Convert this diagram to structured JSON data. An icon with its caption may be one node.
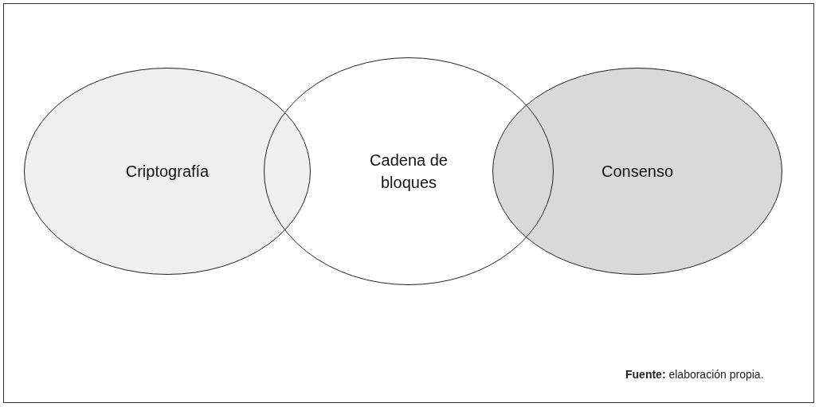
{
  "diagram": {
    "caption": "**Fuente:** elaboración propia.",
    "nodes": [
      {
        "text": [
          "Criptografía"
        ]
      },
      {
        "text": [
          "Cadena de bloques"
        ]
      },
      {
        "text": [
          "Consenso"
        ]
      }
    ]
  }
}
